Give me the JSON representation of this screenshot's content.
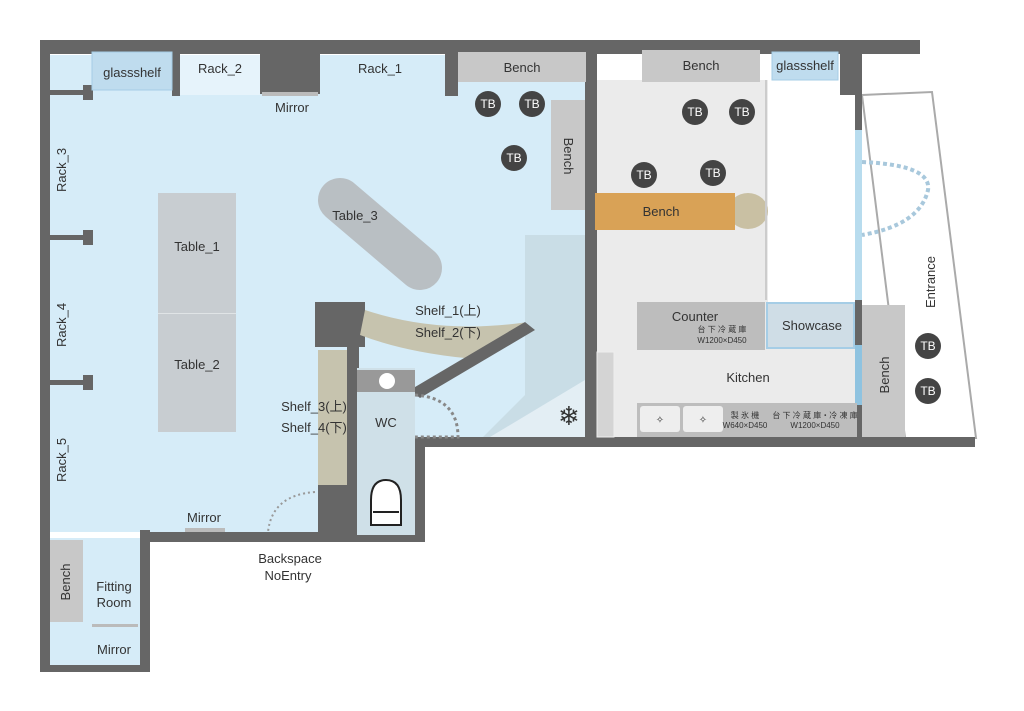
{
  "colors": {
    "wall": "#666666",
    "floor": "#d6ecf8",
    "kitchen": "#ebebeb",
    "furniture": "#c8cdd1",
    "shelf": "#c6c3ae",
    "bench_accent": "#d9a256",
    "tb": "#444444"
  },
  "labels": {
    "glassshelf_left": "glassshelf",
    "rack_2": "Rack_2",
    "rack_1": "Rack_1",
    "mirror_top": "Mirror",
    "bench_top_left": "Bench",
    "bench_top_right": "Bench",
    "glassshelf_right": "glassshelf",
    "rack_3": "Rack_3",
    "rack_4": "Rack_4",
    "rack_5": "Rack_5",
    "table_1": "Table_1",
    "table_2": "Table_2",
    "table_3": "Table_3",
    "bench_vertical": "Bench",
    "bench_orange": "Bench",
    "shelf_1": "Shelf_1(上)",
    "shelf_2": "Shelf_2(下)",
    "shelf_3": "Shelf_3(上)",
    "shelf_4": "Shelf_4(下)",
    "wc": "WC",
    "mirror_bottom": "Mirror",
    "backspace": "Backspace",
    "noentry": "NoEntry",
    "bench_fitting": "Bench",
    "fitting": "Fitting",
    "room": "Room",
    "mirror_fitting": "Mirror",
    "counter": "Counter",
    "counter_fridge": "台 下 冷 蔵 庫",
    "counter_size": "W1200×D450",
    "showcase": "Showcase",
    "kitchen": "Kitchen",
    "ice_machine": "製 氷 機",
    "ice_size": "W640×D450",
    "fridge_freezer": "台 下 冷 蔵 庫・冷 凍 庫",
    "fridge_freezer_size": "W1200×D450",
    "bench_entrance": "Bench",
    "entrance": "Entrance"
  },
  "tables_tb": [
    "TB",
    "TB",
    "TB",
    "TB",
    "TB",
    "TB",
    "TB",
    "TB",
    "TB"
  ]
}
